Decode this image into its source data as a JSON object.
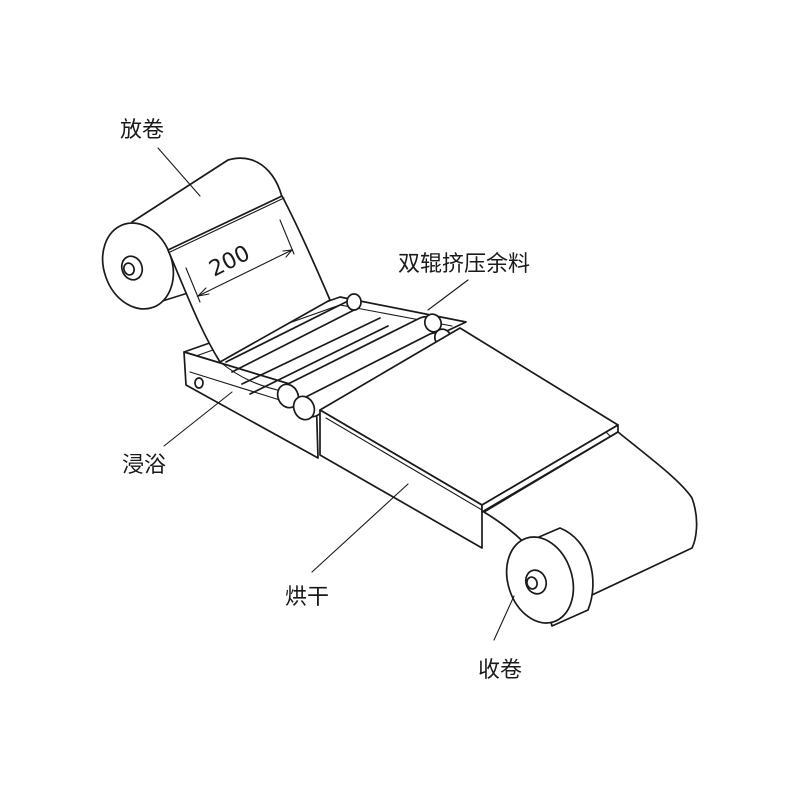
{
  "labels": {
    "unwind": "放卷",
    "squeeze": "双辊挤压余料",
    "dip_bath": "浸浴",
    "drying": "烘干",
    "rewind": "收卷"
  },
  "dimension": {
    "width_value": "200"
  }
}
